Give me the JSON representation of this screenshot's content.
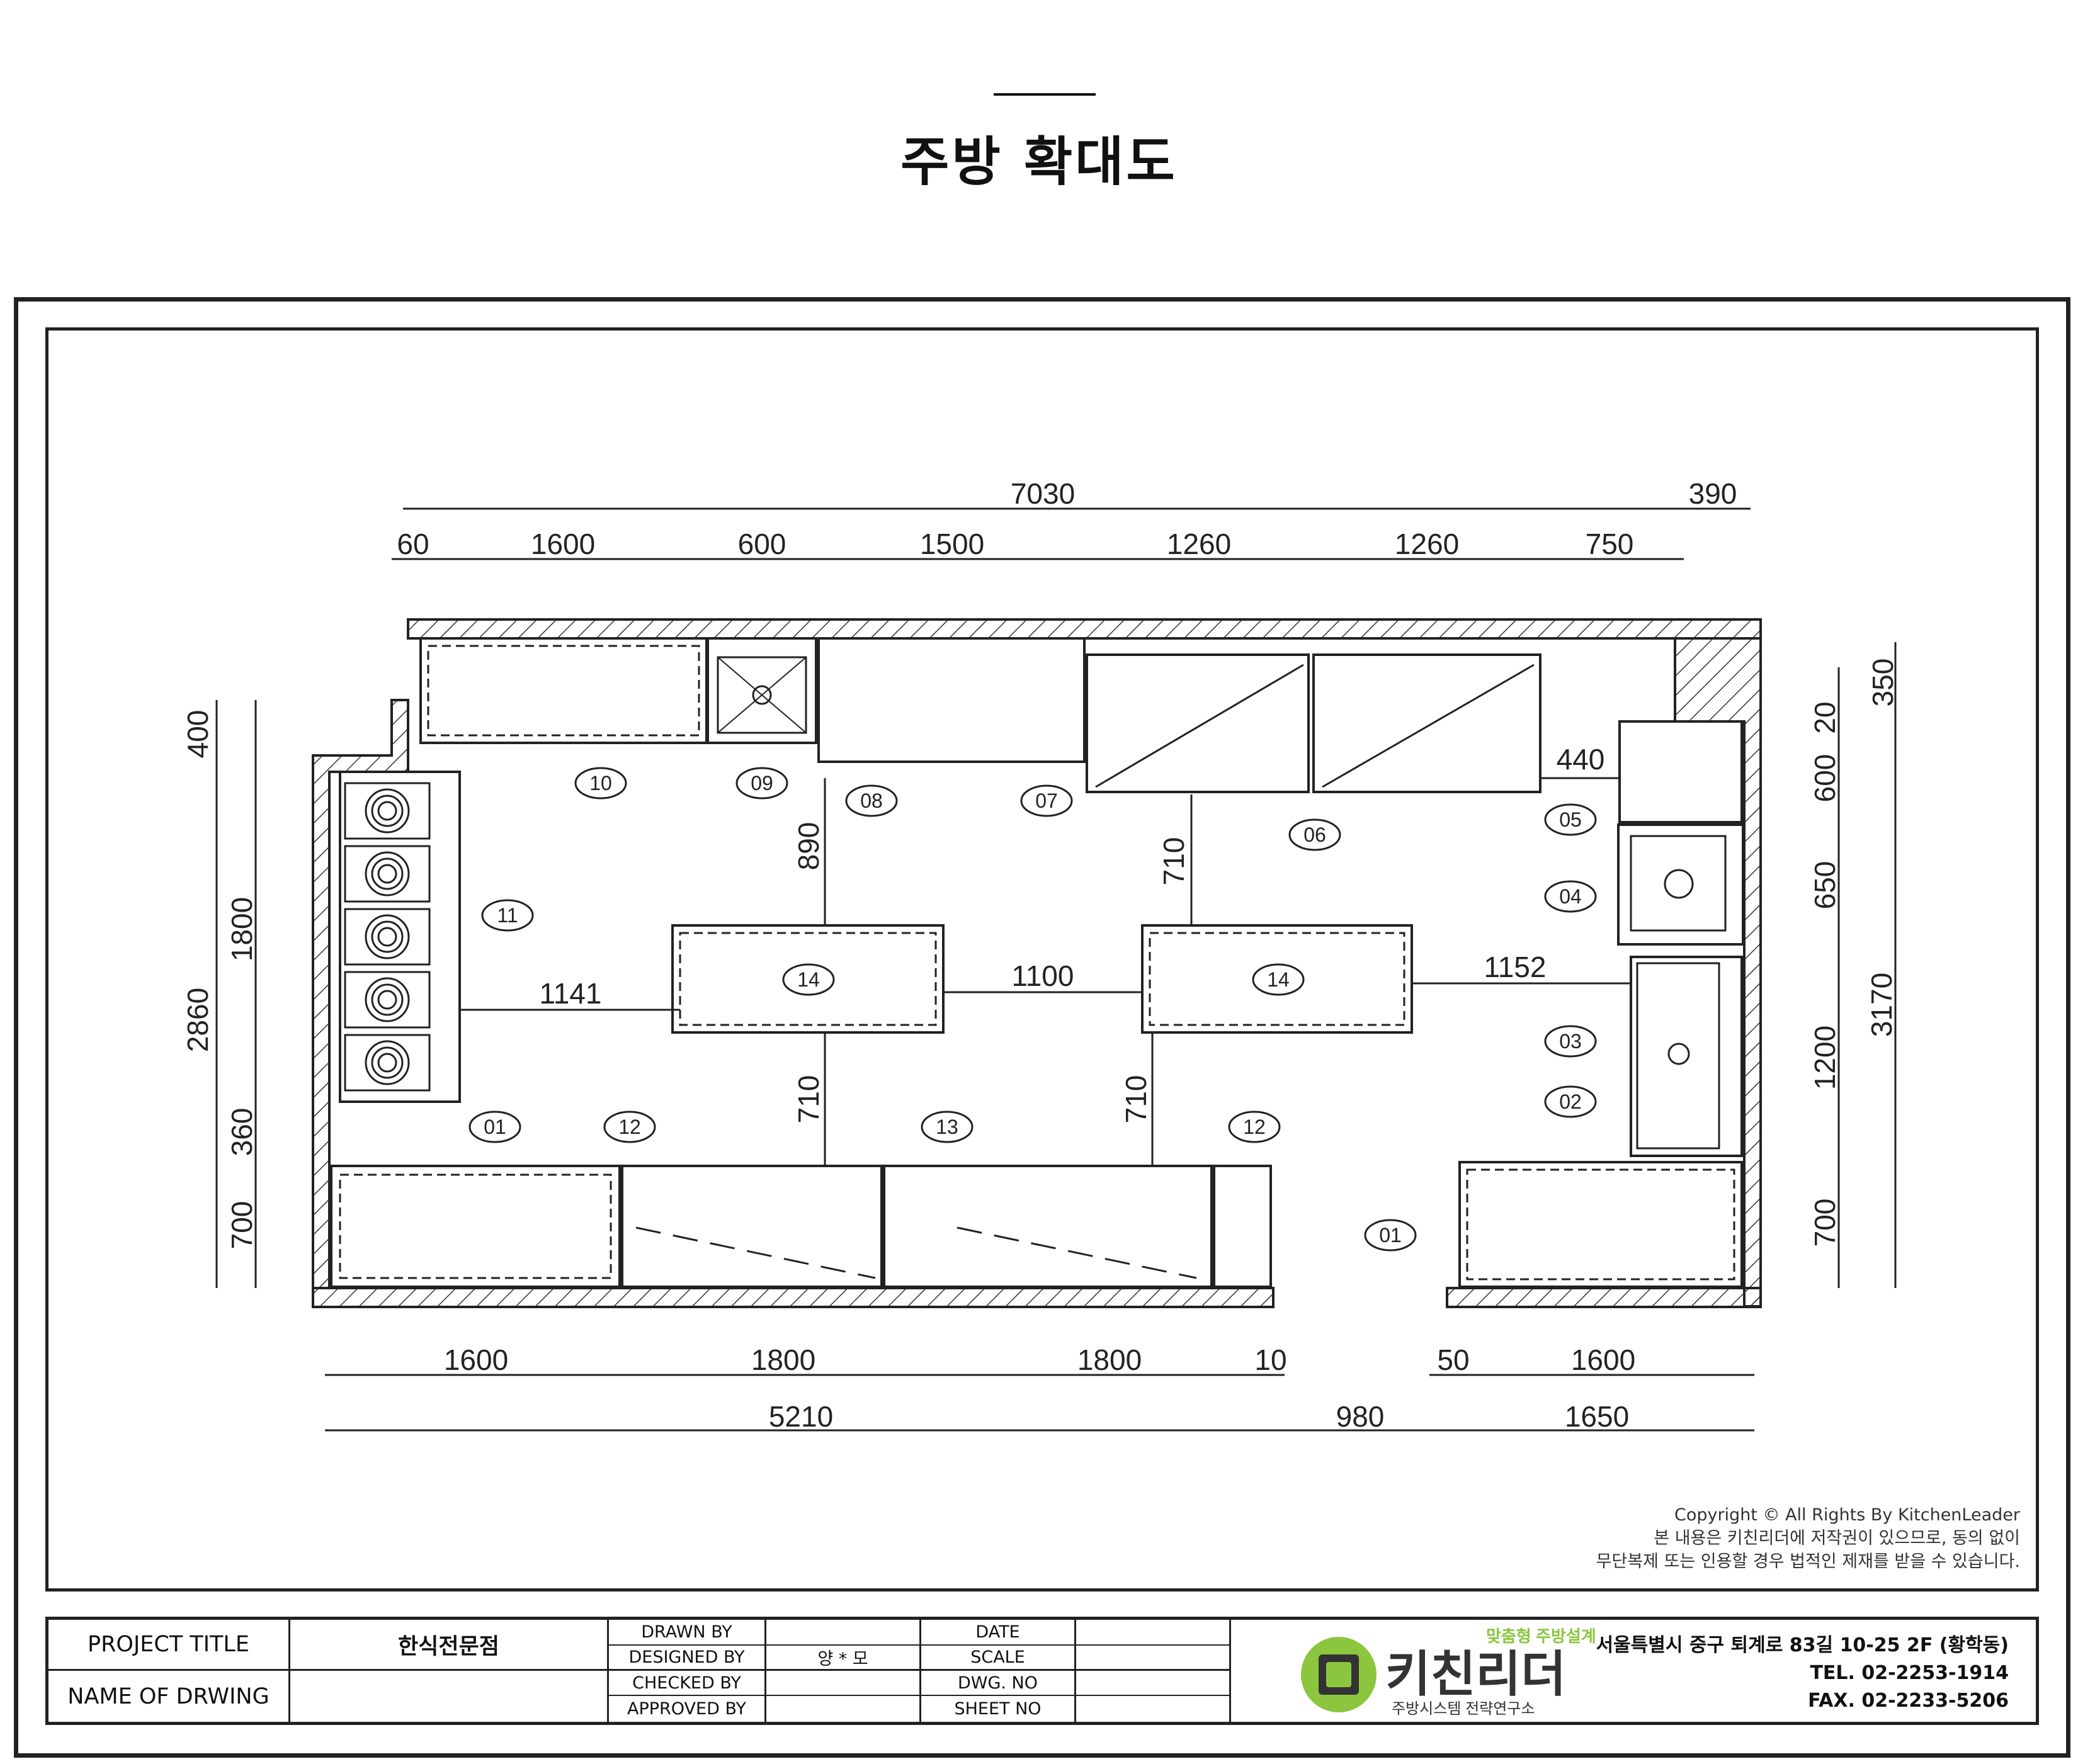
{
  "page": {
    "title": "주방 확대도"
  },
  "plan": {
    "top_dims_overall": [
      "7030",
      "390"
    ],
    "top_dims": [
      "60",
      "1600",
      "600",
      "1500",
      "1260",
      "1260",
      "750"
    ],
    "bottom_dims": [
      "1600",
      "1800",
      "1800",
      "10",
      "50",
      "1600"
    ],
    "bottom_dims_overall": [
      "5210",
      "980",
      "1650"
    ],
    "left_dims_inner": [
      "400",
      "1800",
      "360",
      "700"
    ],
    "left_dims_overall": [
      "2860"
    ],
    "right_dims_inner": [
      "350",
      "20",
      "600",
      "650",
      "1200",
      "700"
    ],
    "right_dims_overall": [
      "3170"
    ],
    "clearance_dims": [
      "890",
      "710",
      "1141",
      "1100",
      "1152",
      "710",
      "710",
      "440"
    ],
    "equipment_tags": [
      "10",
      "09",
      "08",
      "07",
      "06",
      "05",
      "04",
      "03",
      "02",
      "01",
      "11",
      "14",
      "14",
      "12",
      "13",
      "12",
      "01"
    ]
  },
  "copyright": {
    "line1": "Copyright © All Rights By KitchenLeader",
    "line2": "본 내용은 키친리더에 저작권이 있으므로, 동의 없이",
    "line3": "무단복제 또는 인용할 경우 법적인 제재를 받을 수 있습니다."
  },
  "title_block": {
    "project_title_label": "PROJECT TITLE",
    "project_title_value": "한식전문점",
    "drawing_name_label": "NAME OF DRWING",
    "drawing_name_value": "",
    "drawn_by_label": "DRAWN BY",
    "drawn_by_value": "",
    "designed_by_label": "DESIGNED BY",
    "designed_by_value": "양 * 모",
    "checked_by_label": "CHECKED BY",
    "checked_by_value": "",
    "approved_by_label": "APPROVED BY",
    "approved_by_value": "",
    "date_label": "DATE",
    "date_value": "",
    "scale_label": "SCALE",
    "scale_value": "",
    "dwg_no_label": "DWG. NO",
    "dwg_no_value": "",
    "sheet_no_label": "SHEET NO",
    "sheet_no_value": ""
  },
  "company": {
    "tagline": "맞춤형 주방설계",
    "logo_text": "키친리더",
    "subtitle": "주방시스템 전략연구소",
    "address": "서울특별시 중구 퇴계로 83길 10-25 2F (황학동)",
    "tel": "TEL. 02-2253-1914",
    "fax": "FAX. 02-2233-5206",
    "brand_green": "#8cc63f",
    "brand_dark": "#333333"
  }
}
